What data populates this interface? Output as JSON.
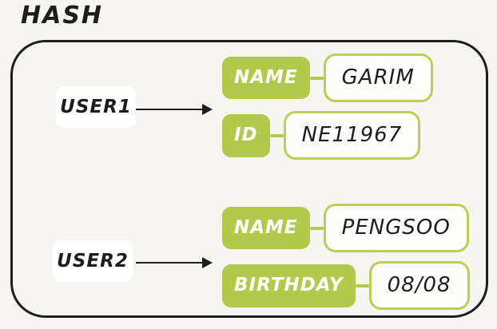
{
  "title": "HASH",
  "colors": {
    "background": "#f6f5f2",
    "container_border": "#1d1d1d",
    "field_chip_fill": "#b3c94b",
    "value_box_border": "#b9cf57",
    "value_box_fill": "#fdfdfc",
    "key_box_fill": "#ffffff",
    "text_dark": "#1d1d1d",
    "text_light": "#ffffff"
  },
  "diagram": {
    "type": "hash-structure",
    "entries": [
      {
        "key": "USER1",
        "fields": [
          {
            "field": "NAME",
            "value": "GARIM"
          },
          {
            "field": "ID",
            "value": "NE11967"
          }
        ]
      },
      {
        "key": "USER2",
        "fields": [
          {
            "field": "NAME",
            "value": "PENGSOO"
          },
          {
            "field": "BIRTHDAY",
            "value": "08/08"
          }
        ]
      }
    ]
  }
}
